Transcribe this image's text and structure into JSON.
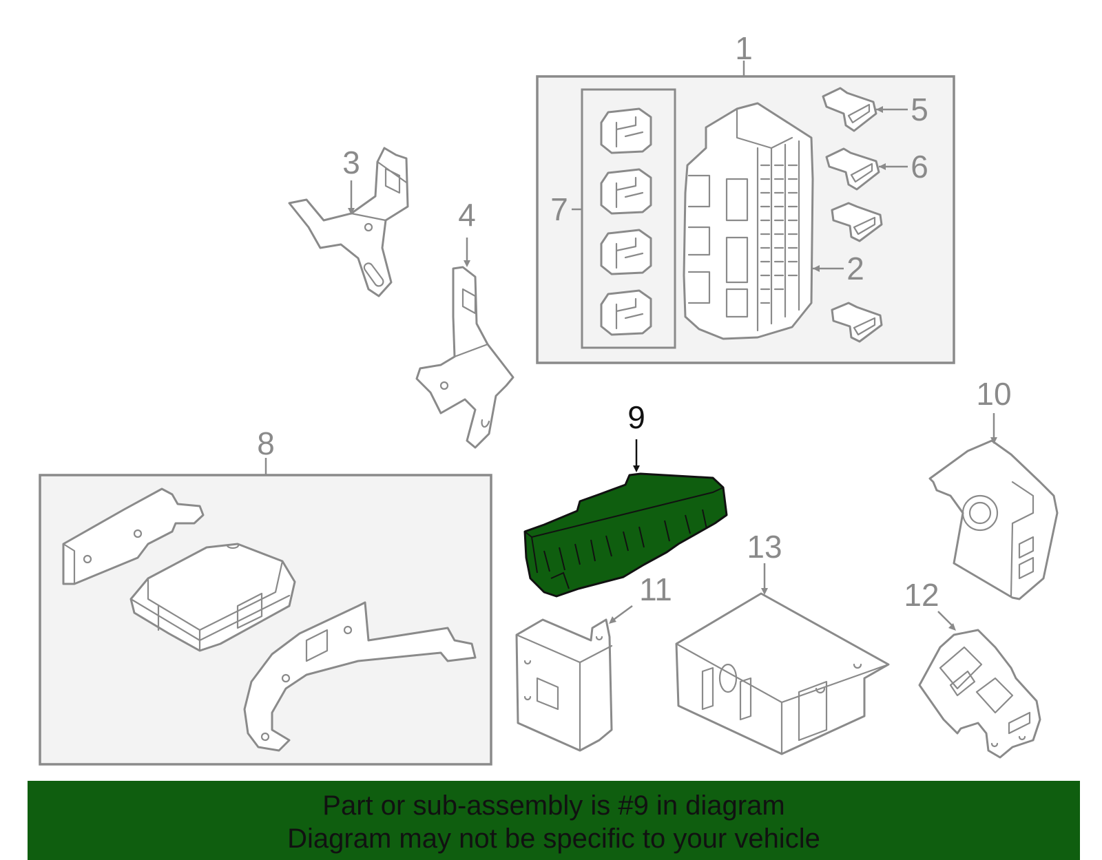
{
  "diagram": {
    "highlighted_part": "9",
    "callouts": [
      "1",
      "2",
      "3",
      "4",
      "5",
      "6",
      "7",
      "8",
      "9",
      "10",
      "11",
      "12",
      "13"
    ],
    "highlight_color": "#0f5e0f",
    "line_color": "#8a8a8a"
  },
  "banner": {
    "line1": "Part or sub-assembly is #9 in diagram",
    "line2": "Diagram may not be specific to your vehicle",
    "background": "#0f5e0f"
  }
}
